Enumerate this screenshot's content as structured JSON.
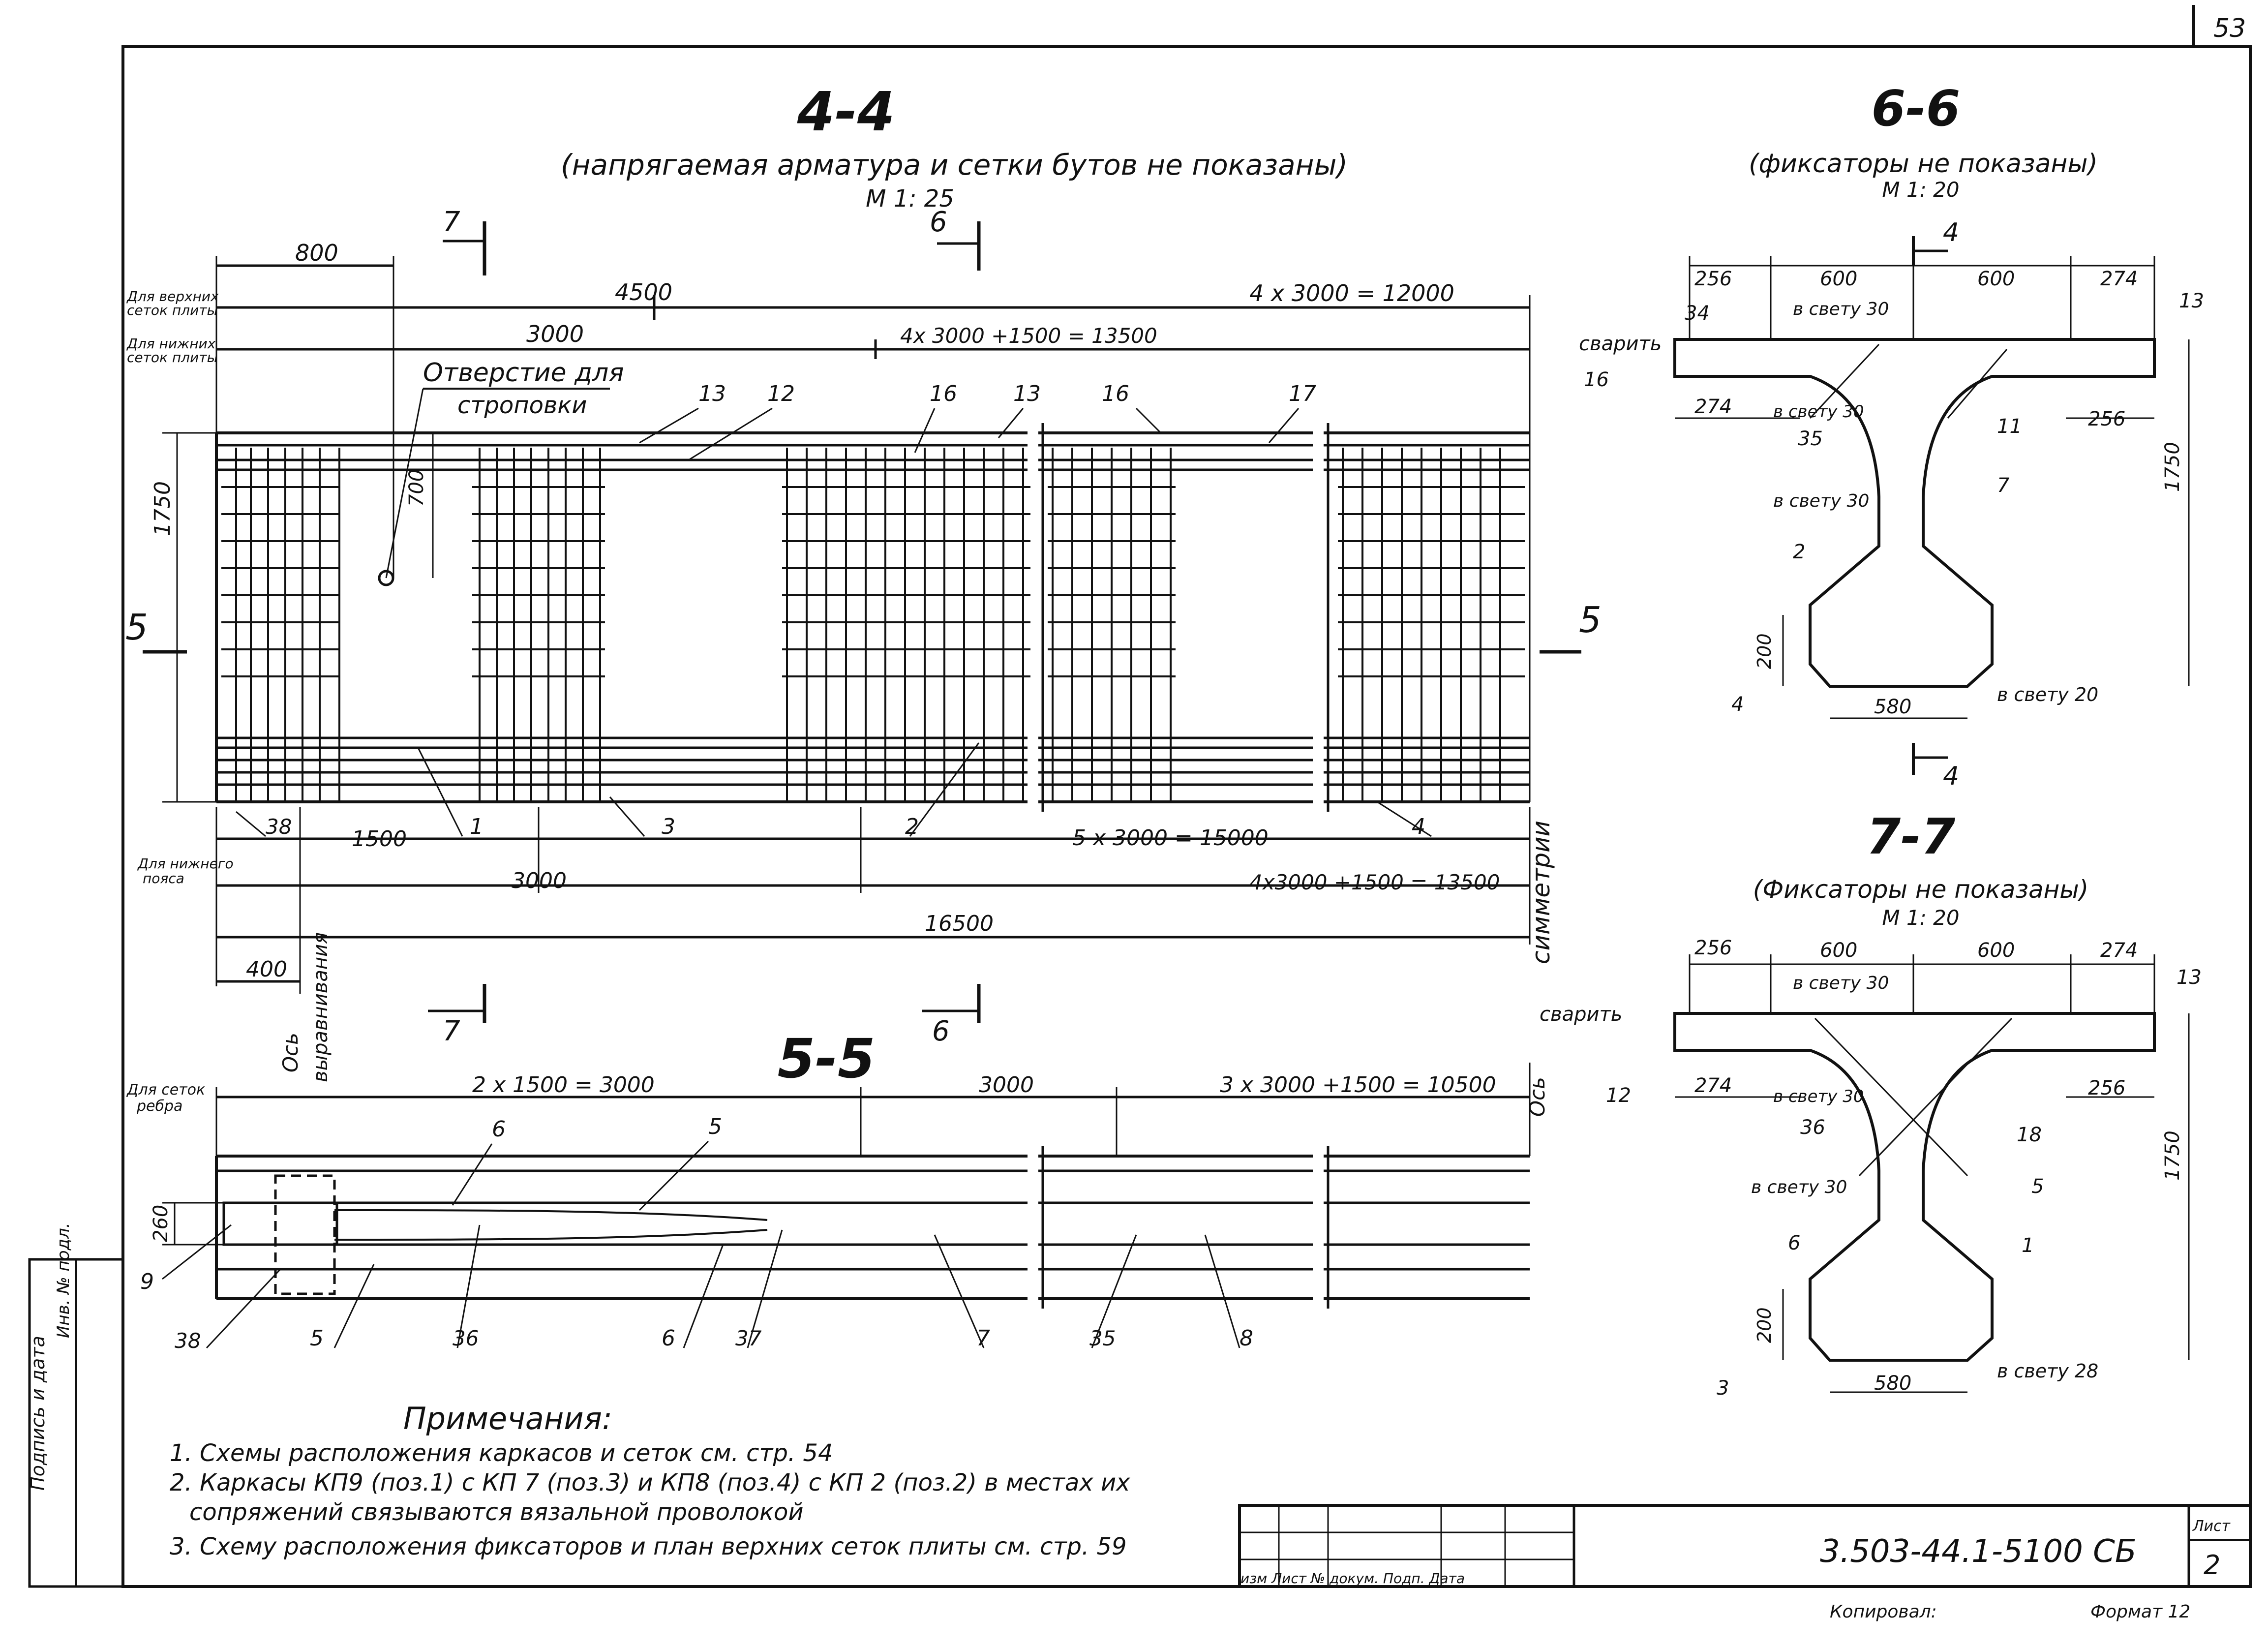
{
  "sheet": {
    "page_number": "53",
    "document_code": "3.503-44.1-5100 СБ",
    "sheet_label": "Лист",
    "sheet_number": "2",
    "stamp_cells": "изм Лист № докум. Подп. Дата",
    "copied": "Копировал:",
    "format": "Формат 12",
    "left_stamp_1": "Подпись и дата",
    "left_stamp_2": "Инв. № подл."
  },
  "section_4_4": {
    "title": "4-4",
    "subtitle": "(напрягаемая арматура и сетки бутов не показаны)",
    "scale": "М 1: 25",
    "cut_7": "7",
    "cut_6": "6",
    "cut_5": "5",
    "dims": {
      "d800": "800",
      "d4500": "4500",
      "d4x3000_12000": "4 х 3000 = 12000",
      "d3000_top": "3000",
      "d4x3000_1500_13500_top": "4х 3000 +1500 = 13500",
      "upper_mesh_label_1": "Для верхних",
      "upper_mesh_label_2": "сеток плиты",
      "lower_mesh_label_1": "Для нижних",
      "lower_mesh_label_2": "сеток плиты",
      "hole_note_1": "Отверстие для",
      "hole_note_2": "строповки",
      "d700": "700",
      "d1750": "1750",
      "d1500": "1500",
      "d5x3000_15000": "5 х 3000 = 15000",
      "lower_chord_1": "Для нижнего",
      "lower_chord_2": "пояса",
      "d3000_bottom": "3000",
      "d4x3000_1500_13500_bottom": "4х3000 +1500 = 13500",
      "d16500": "16500",
      "d400": "400",
      "axis_alignment_1": "Ось",
      "axis_alignment_2": "выравнивания",
      "symmetry": "симметрии"
    },
    "callouts": [
      "13",
      "12",
      "16",
      "13",
      "16",
      "17",
      "38",
      "1",
      "3",
      "2",
      "4"
    ]
  },
  "section_5_5": {
    "title": "5-5",
    "rib_mesh_1": "Для сеток",
    "rib_mesh_2": "ребра",
    "d2x1500_3000": "2 х 1500 = 3000",
    "d3000": "3000",
    "d3x3000_1500_10500": "3 х 3000 +1500 = 10500",
    "axis": "Ось",
    "d260": "260",
    "callouts": [
      "6",
      "5",
      "9",
      "38",
      "5",
      "36",
      "6",
      "37",
      "7",
      "35",
      "8"
    ]
  },
  "section_6_6": {
    "title": "6-6",
    "subtitle": "(фиксаторы не показаны)",
    "scale": "М 1: 20",
    "cut": "4",
    "dims": [
      "256",
      "600",
      "600",
      "274",
      "274",
      "256",
      "1750",
      "200",
      "580"
    ],
    "labels": {
      "weld": "сварить",
      "clear30a": "в свету 30",
      "clear30b": "в свету 30",
      "clear30c": "в свету 30",
      "clear20": "в свету 20"
    },
    "callouts": [
      "34",
      "13",
      "16",
      "35",
      "11",
      "7",
      "2",
      "4"
    ]
  },
  "section_7_7": {
    "title": "7-7",
    "subtitle": "(Фиксаторы не показаны)",
    "scale": "М 1: 20",
    "dims": [
      "256",
      "600",
      "600",
      "274",
      "274",
      "256",
      "1750",
      "200",
      "580"
    ],
    "labels": {
      "weld": "сварить",
      "clear30a": "в свету 30",
      "clear30b": "в свету 30",
      "clear30c": "в свету 30",
      "clear28": "в свету 28"
    },
    "callouts": [
      "13",
      "12",
      "36",
      "18",
      "5",
      "6",
      "1",
      "3"
    ]
  },
  "notes": {
    "title": "Примечания:",
    "items": [
      "1. Схемы расположения каркасов и сеток см. стр. 54",
      "2. Каркасы КП9 (поз.1) с КП 7 (поз.3) и КП8 (поз.4) с КП 2 (поз.2) в местах их",
      "сопряжений связываются вязальной проволокой",
      "3. Схему расположения фиксаторов и план верхних сеток плиты см. стр. 59"
    ]
  }
}
